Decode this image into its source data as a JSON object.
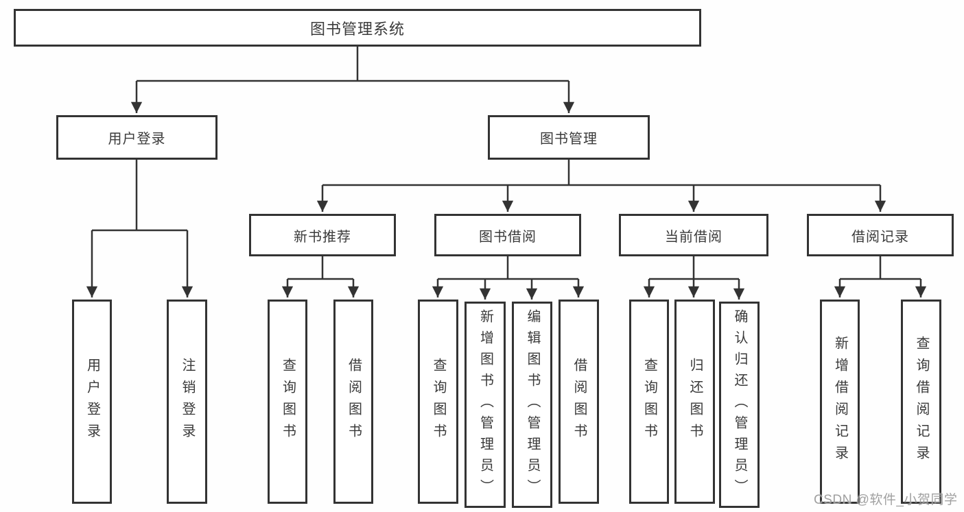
{
  "tree": {
    "root": {
      "label": "图书管理系统"
    },
    "branches": [
      {
        "label": "用户登录",
        "children": [
          {
            "label": "用户登录"
          },
          {
            "label": "注销登录"
          }
        ]
      },
      {
        "label": "图书管理",
        "children": [
          {
            "label": "新书推荐",
            "children": [
              {
                "label": "查询图书"
              },
              {
                "label": "借阅图书"
              }
            ]
          },
          {
            "label": "图书借阅",
            "children": [
              {
                "label": "查询图书"
              },
              {
                "label": "新增图书（管理员）"
              },
              {
                "label": "编辑图书（管理员）"
              },
              {
                "label": "借阅图书"
              }
            ]
          },
          {
            "label": "当前借阅",
            "children": [
              {
                "label": "查询图书"
              },
              {
                "label": "归还图书"
              },
              {
                "label": "确认归还（管理员）"
              }
            ]
          },
          {
            "label": "借阅记录",
            "children": [
              {
                "label": "新增借阅记录"
              },
              {
                "label": "查询借阅记录"
              }
            ]
          }
        ]
      }
    ]
  },
  "watermark": {
    "text": "CSDN @软件_小贺同学"
  },
  "colors": {
    "line": "#333333",
    "box_border": "#333333",
    "text": "#3a3a3a",
    "background": "#fefefe",
    "watermark": "#989898"
  }
}
